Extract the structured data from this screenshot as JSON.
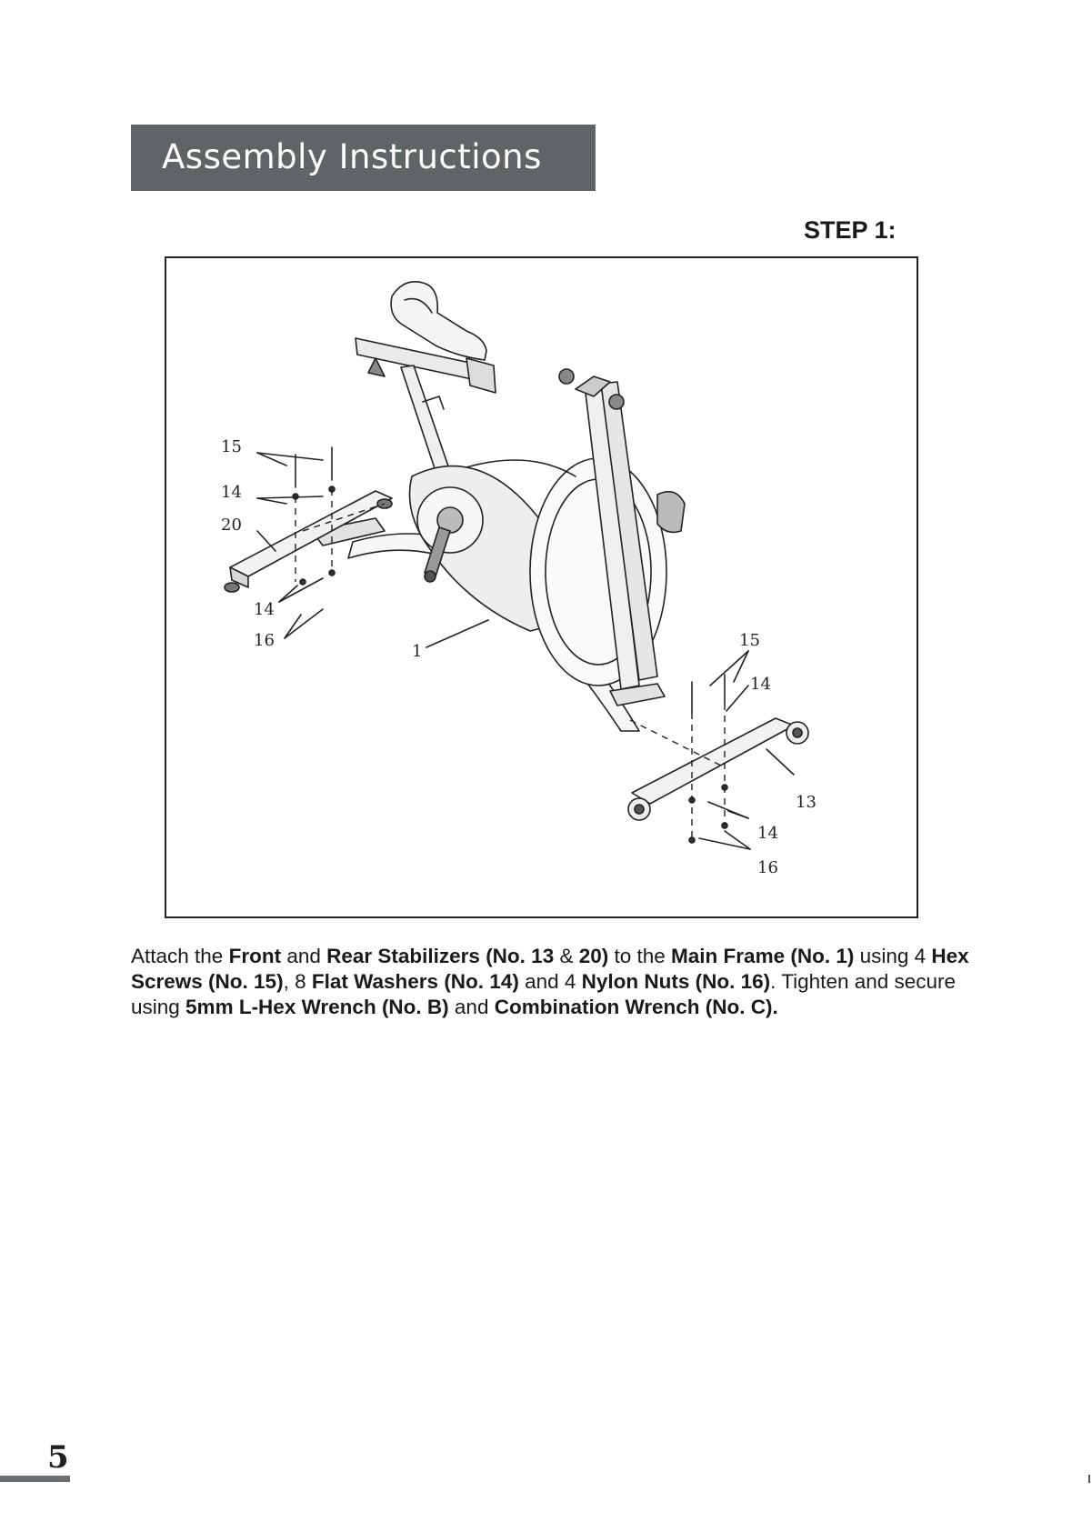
{
  "header": {
    "title": "Assembly Instructions"
  },
  "step": {
    "label": "STEP 1:"
  },
  "figure": {
    "callouts": [
      "15",
      "14",
      "20",
      "14",
      "16",
      "1",
      "15",
      "14",
      "13",
      "14",
      "16"
    ]
  },
  "instructions": {
    "segments": [
      {
        "text": "Attach the ",
        "bold": false
      },
      {
        "text": "Front",
        "bold": true
      },
      {
        "text": " and ",
        "bold": false
      },
      {
        "text": "Rear Stabilizers (No. 13",
        "bold": true
      },
      {
        "text": " & ",
        "bold": false
      },
      {
        "text": "20)",
        "bold": true
      },
      {
        "text": " to the ",
        "bold": false
      },
      {
        "text": "Main Frame (No. 1)",
        "bold": true
      },
      {
        "text": " using 4 ",
        "bold": false
      },
      {
        "text": "Hex Screws (No. 15)",
        "bold": true
      },
      {
        "text": ", 8 ",
        "bold": false
      },
      {
        "text": "Flat Washers (No. 14)",
        "bold": true
      },
      {
        "text": " and 4 ",
        "bold": false
      },
      {
        "text": "Nylon Nuts (No. 16)",
        "bold": true
      },
      {
        "text": ". Tighten and secure using ",
        "bold": false
      },
      {
        "text": "5mm L-Hex Wrench (No. B)",
        "bold": true
      },
      {
        "text": " and ",
        "bold": false
      },
      {
        "text": "Combination Wrench (No. C).",
        "bold": true
      }
    ]
  },
  "footer": {
    "page_number": "5"
  }
}
